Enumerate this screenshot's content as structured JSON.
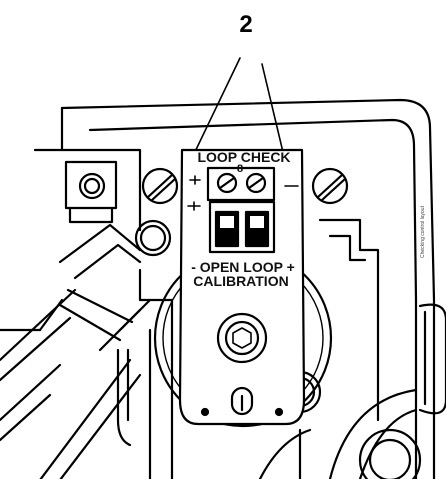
{
  "callout": {
    "number": "2"
  },
  "plate": {
    "top_label": "LOOP CHECK",
    "top_symbol": "8",
    "bottom_label_line1": "- OPEN LOOP +",
    "bottom_label_line2": "CALIBRATION"
  },
  "side_caption": "Checking control layout"
}
